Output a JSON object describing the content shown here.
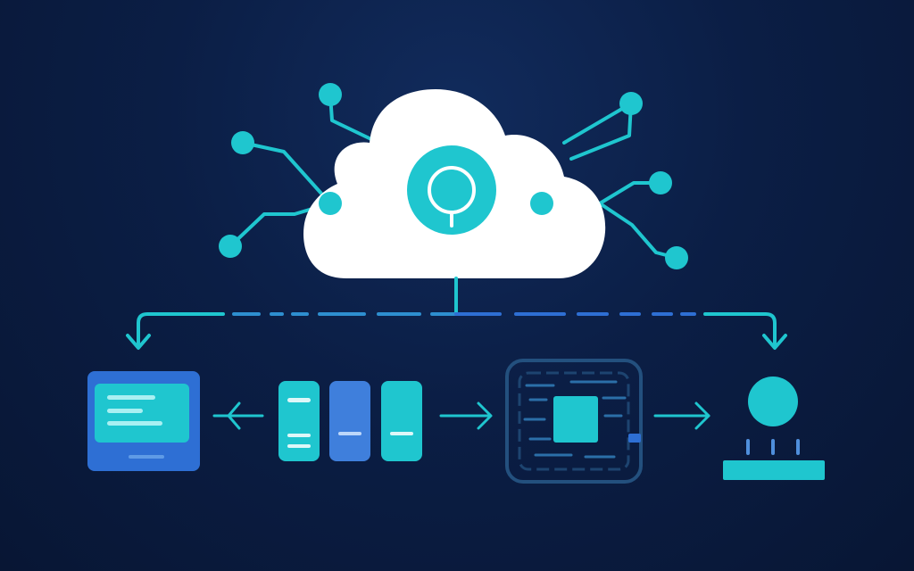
{
  "colors": {
    "background_top": "#0f2858",
    "background_bottom": "#081634",
    "teal": "#1fc6cf",
    "teal_light": "#4fd9de",
    "blue": "#2e6fd4",
    "blue_mid": "#3f7fdc",
    "cloud": "#ffffff",
    "dark_outline": "#23507e"
  },
  "diagram": {
    "nodes": [
      {
        "id": "cloud",
        "icon": "cloud-icon"
      },
      {
        "id": "monitor",
        "icon": "monitor-panel-icon"
      },
      {
        "id": "servers",
        "icon": "server-stack-icon"
      },
      {
        "id": "processor",
        "icon": "cpu-chip-icon"
      },
      {
        "id": "user",
        "icon": "user-icon"
      }
    ],
    "edges": [
      {
        "from": "cloud",
        "to": "monitor",
        "style": "dashed-arrow"
      },
      {
        "from": "cloud",
        "to": "user",
        "style": "dashed-arrow"
      },
      {
        "from": "servers",
        "to": "monitor",
        "style": "arrow"
      },
      {
        "from": "servers",
        "to": "processor",
        "style": "arrow"
      },
      {
        "from": "processor",
        "to": "user",
        "style": "arrow"
      }
    ]
  }
}
